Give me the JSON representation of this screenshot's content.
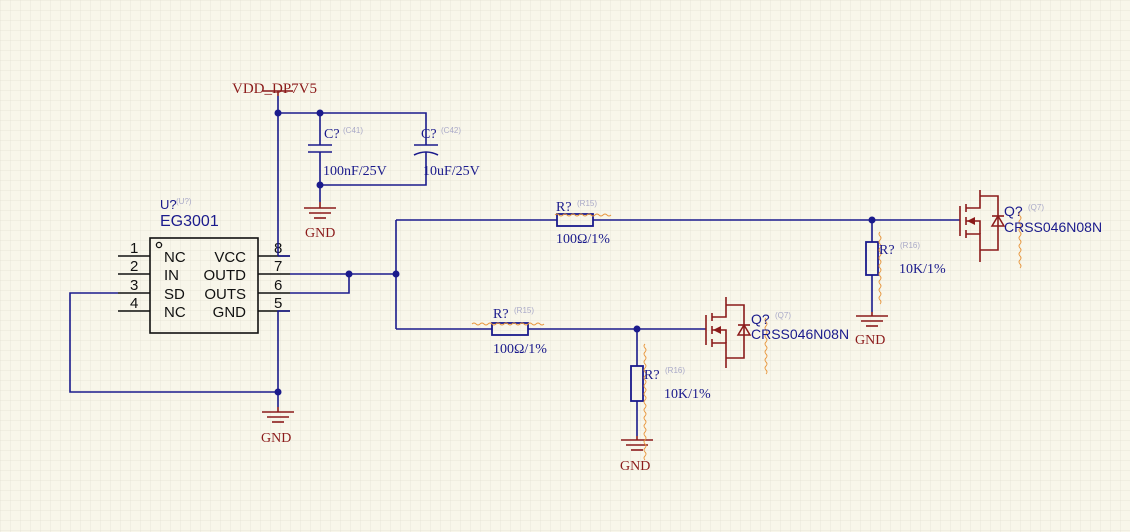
{
  "ic": {
    "designator": "U?",
    "ref": "(U?)",
    "part": "EG3001",
    "pins_left": [
      {
        "num": "1",
        "name": "NC"
      },
      {
        "num": "2",
        "name": "IN"
      },
      {
        "num": "3",
        "name": "SD"
      },
      {
        "num": "4",
        "name": "NC"
      }
    ],
    "pins_right": [
      {
        "num": "8",
        "name": "VCC"
      },
      {
        "num": "7",
        "name": "OUTD"
      },
      {
        "num": "6",
        "name": "OUTS"
      },
      {
        "num": "5",
        "name": "GND"
      }
    ]
  },
  "power": {
    "vdd": "VDD_DP7V5",
    "gnd_ic": "GND",
    "gnd_caps": "GND",
    "gnd_low": "GND",
    "gnd_high": "GND"
  },
  "caps": [
    {
      "designator": "C?",
      "ref": "(C41)",
      "value": "100nF/25V"
    },
    {
      "designator": "C?",
      "ref": "(C42)",
      "value": "10uF/25V"
    }
  ],
  "resistors": {
    "gate_high": {
      "designator": "R?",
      "ref": "(R15)",
      "value": "100Ω/1%"
    },
    "gate_low": {
      "designator": "R?",
      "ref": "(R15)",
      "value": "100Ω/1%"
    },
    "pulldown_high": {
      "designator": "R?",
      "ref": "(R16)",
      "value": "10K/1%"
    },
    "pulldown_low": {
      "designator": "R?",
      "ref": "(R16)",
      "value": "10K/1%"
    }
  },
  "mosfets": {
    "high": {
      "designator": "Q?",
      "ref": "(Q7)",
      "part": "CRSS046N08N"
    },
    "low": {
      "designator": "Q?",
      "ref": "(Q7)",
      "part": "CRSS046N08N"
    }
  },
  "colors": {
    "background": "#f8f6ea",
    "grid": "#e2e0d2",
    "wire": "#1a1a8c",
    "symbol": "#8b1a1a",
    "junction": "#1a1a8c"
  }
}
